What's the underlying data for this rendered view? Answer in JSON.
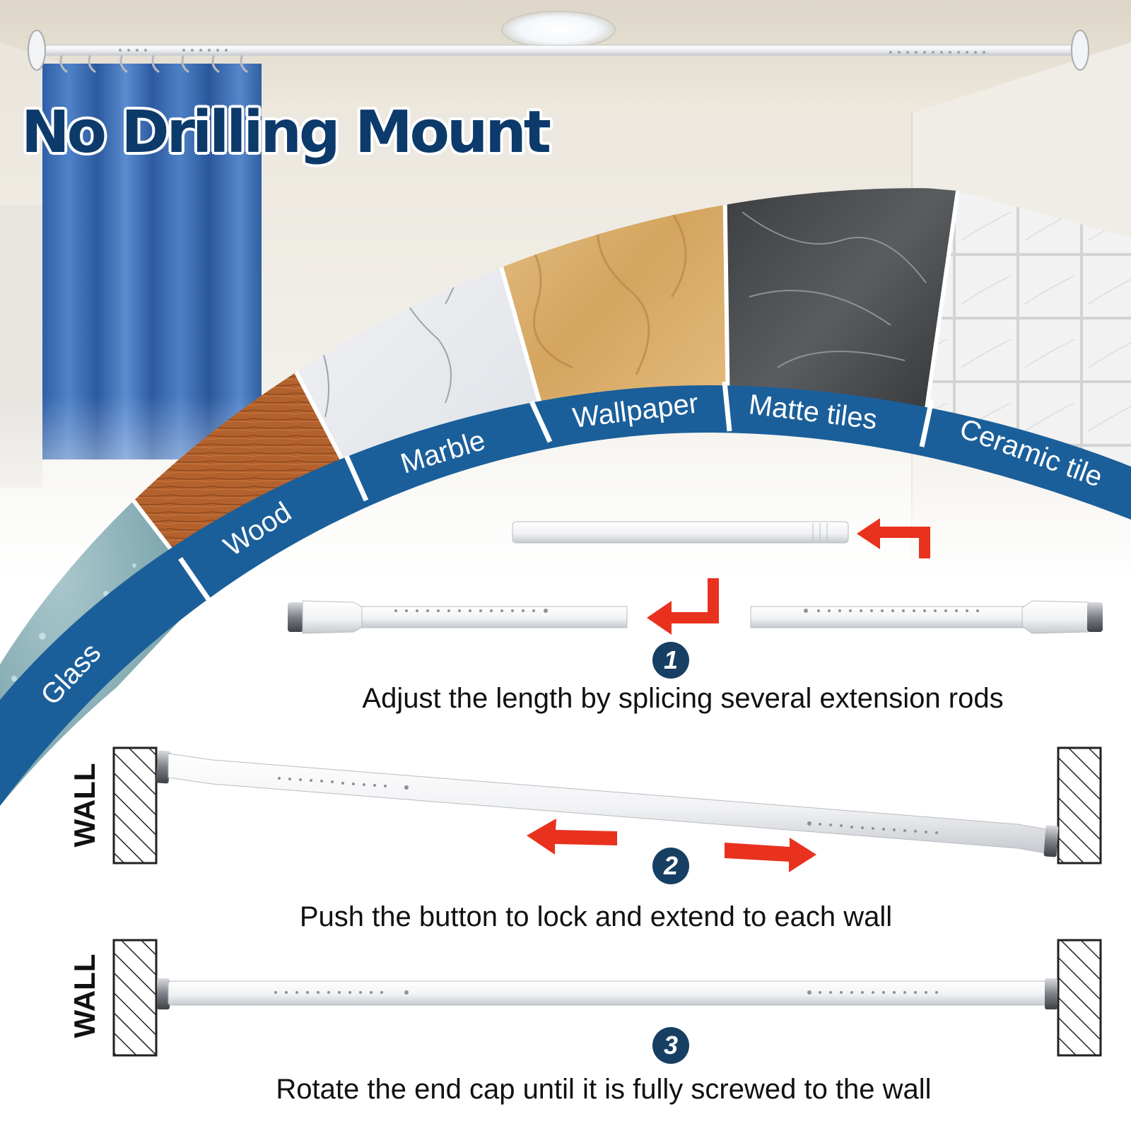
{
  "headline": "No Drilling Mount",
  "surfaces": [
    {
      "label": "Glass"
    },
    {
      "label": "Wood"
    },
    {
      "label": "Marble"
    },
    {
      "label": "Wallpaper"
    },
    {
      "label": "Matte tiles"
    },
    {
      "label": "Ceramic tile"
    }
  ],
  "steps": [
    {
      "number": "1",
      "caption": "Adjust the length by splicing several extension rods"
    },
    {
      "number": "2",
      "caption": "Push the button to lock and extend to each wall"
    },
    {
      "number": "3",
      "caption": "Rotate the end cap until it is fully screwed to the wall"
    }
  ],
  "wall_label": "WALL",
  "colors": {
    "band": "#1b5f9a",
    "headline": "#0c3a6b",
    "badge": "#173f63",
    "arrow": "#e8321e"
  }
}
